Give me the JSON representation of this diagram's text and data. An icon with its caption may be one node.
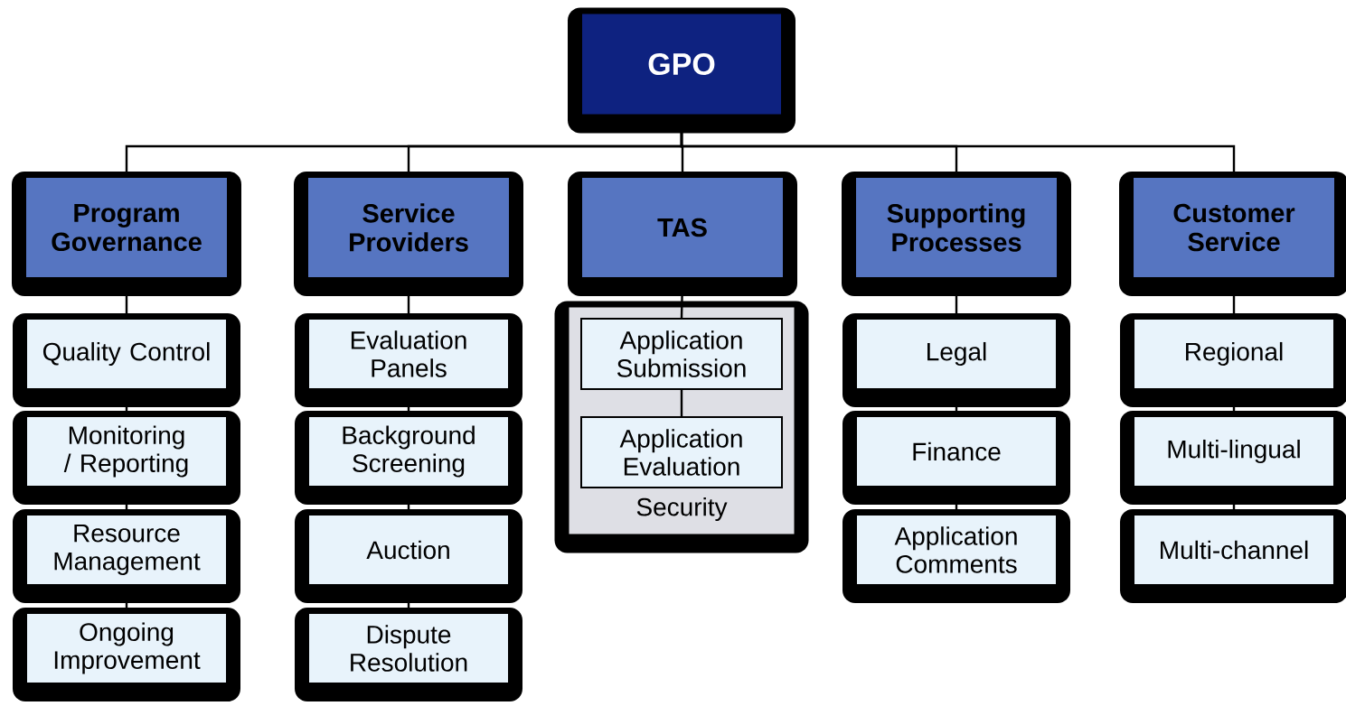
{
  "diagram": {
    "nodes": [
      {
        "text": [
          "GPO"
        ]
      },
      {
        "text": [
          "Program Governance"
        ]
      },
      {
        "text": [
          "Service Providers"
        ]
      },
      {
        "text": [
          "TAS"
        ]
      },
      {
        "text": [
          "Supporting Processes"
        ]
      },
      {
        "text": [
          "Customer Service"
        ]
      },
      {
        "text": [
          "Quality Control"
        ]
      },
      {
        "text": [
          "Monitoring / Reporting"
        ]
      },
      {
        "text": [
          "Resource Management"
        ]
      },
      {
        "text": [
          "Ongoing Improvement"
        ]
      },
      {
        "text": [
          "Evaluation Panels"
        ]
      },
      {
        "text": [
          "Background Screening"
        ]
      },
      {
        "text": [
          "Auction"
        ]
      },
      {
        "text": [
          "Dispute Resolution"
        ]
      },
      {
        "text": [
          "Security"
        ]
      },
      {
        "text": [
          "Application Submission"
        ],
        "in": 14
      },
      {
        "text": [
          "Application Evaluation"
        ],
        "in": 14
      },
      {
        "text": [
          "Legal"
        ]
      },
      {
        "text": [
          "Finance"
        ]
      },
      {
        "text": [
          "Application Comments"
        ]
      },
      {
        "text": [
          "Regional"
        ]
      },
      {
        "text": [
          "Multi-lingual"
        ]
      },
      {
        "text": [
          "Multi-channel"
        ]
      }
    ],
    "edges": [
      {
        "from": 0,
        "to": 1,
        "arrow": "none"
      },
      {
        "from": 0,
        "to": 2,
        "arrow": "none"
      },
      {
        "from": 0,
        "to": 3,
        "arrow": "none"
      },
      {
        "from": 0,
        "to": 4,
        "arrow": "none"
      },
      {
        "from": 0,
        "to": 5,
        "arrow": "none"
      },
      {
        "from": 1,
        "to": 6,
        "arrow": "none"
      },
      {
        "from": 6,
        "to": 7,
        "arrow": "none"
      },
      {
        "from": 7,
        "to": 8,
        "arrow": "none"
      },
      {
        "from": 8,
        "to": 9,
        "arrow": "none"
      },
      {
        "from": 2,
        "to": 10,
        "arrow": "none"
      },
      {
        "from": 10,
        "to": 11,
        "arrow": "none"
      },
      {
        "from": 11,
        "to": 12,
        "arrow": "none"
      },
      {
        "from": 12,
        "to": 13,
        "arrow": "none"
      },
      {
        "from": 3,
        "to": 15,
        "arrow": "none"
      },
      {
        "from": 15,
        "to": 16,
        "arrow": "none"
      },
      {
        "from": 4,
        "to": 17,
        "arrow": "none"
      },
      {
        "from": 17,
        "to": 18,
        "arrow": "none"
      },
      {
        "from": 18,
        "to": 19,
        "arrow": "none"
      },
      {
        "from": 5,
        "to": 20,
        "arrow": "none"
      },
      {
        "from": 20,
        "to": 21,
        "arrow": "none"
      },
      {
        "from": 21,
        "to": 22,
        "arrow": "none"
      }
    ]
  }
}
